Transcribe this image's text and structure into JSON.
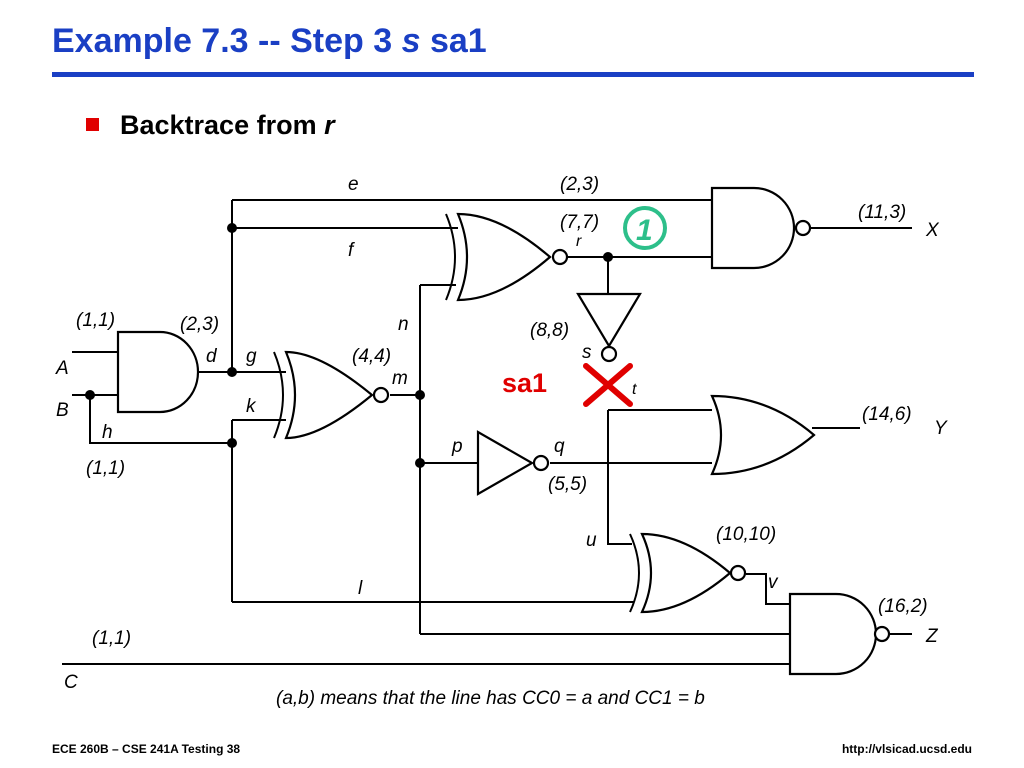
{
  "slide": {
    "title_main": "Example 7.3 -- Step 3 ",
    "title_italic": "s",
    "title_end": " sa1",
    "bullet_main": "Backtrace from ",
    "bullet_italic": "r",
    "footer_left": "ECE 260B – CSE 241A Testing 38",
    "footer_right": "http://vlsicad.ucsd.edu"
  },
  "colors": {
    "title": "#1a3fc4",
    "bullet": "#e00000",
    "fault": "#e00000",
    "value_circle": "#2dbf8a"
  },
  "circuit": {
    "signals": {
      "e": "e",
      "f": "f",
      "r": "r",
      "n": "n",
      "s": "s",
      "t": "t",
      "A": "A",
      "B": "B",
      "d": "d",
      "g": "g",
      "h": "h",
      "k": "k",
      "m": "m",
      "p": "p",
      "q": "q",
      "u": "u",
      "v": "v",
      "l": "l",
      "C": "C",
      "X": "X",
      "Y": "Y",
      "Z": "Z"
    },
    "cc": {
      "e": "(2,3)",
      "r": "(7,7)",
      "X": "(11,3)",
      "s": "(8,8)",
      "A": "(1,1)",
      "d": "(2,3)",
      "m": "(4,4)",
      "B": "(1,1)",
      "Y": "(14,6)",
      "q": "(5,5)",
      "v": "(10,10)",
      "Z": "(16,2)",
      "C": "(1,1)"
    },
    "fault_label": "sa1",
    "assigned_value": "1",
    "legend": "(a,b) means that the line has CC0 = a and CC1 = b"
  }
}
